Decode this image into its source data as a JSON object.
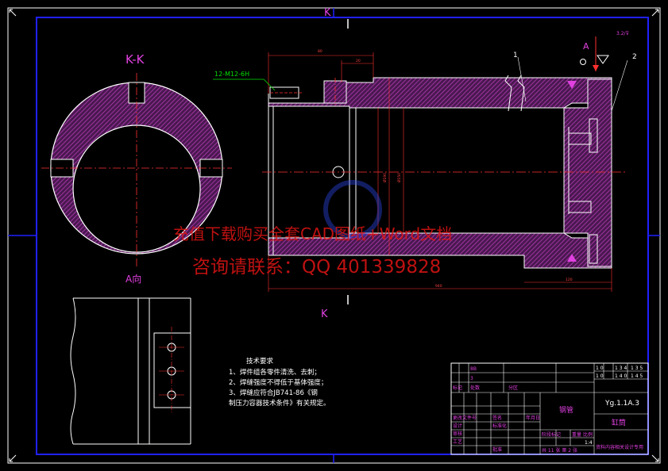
{
  "section_markers": {
    "top": "K",
    "bottom": "K",
    "view_a": "A",
    "view_title": "K-K",
    "view_a_label": "A向",
    "surface_mark": "3.2/⊽",
    "thread_callout": "12-M12-6H",
    "part_balloons": [
      "1",
      "2"
    ]
  },
  "watermark": {
    "line1": "充值下载购买全套CAD图纸+Word文档",
    "line2": "咨询请联系：QQ 401339828"
  },
  "tech_requirements": {
    "title": "技术要求",
    "items": [
      "1、焊件组各零件清洗、去刺；",
      "2、焊缝强度不得低于基体强度；",
      "3、焊缝应符合JB741-86《钢",
      "   制压力容器技术条件》有关规定。"
    ]
  },
  "dimensions": [
    "80",
    "20",
    "940",
    "Ø190",
    "Ø150",
    "120"
  ],
  "title_block": {
    "drawing_no": "Yg.1.1A.3",
    "part_name": "缸筒",
    "material": "钢管",
    "scale": "1:4",
    "sheet": "共 11 张 第 2 张",
    "company": "资料内容相关设计专用",
    "rev_rows": [
      [
        "8B",
        "1 0",
        "1 3 4",
        "1 3 5"
      ],
      [
        "3",
        "1 0",
        "1 4 0",
        "1 4 5"
      ]
    ],
    "cells": [
      "标记",
      "处数",
      "分区",
      "更改文件号",
      "签名",
      "年月日",
      "设计",
      "标准化",
      "审核",
      "工艺",
      "批准",
      "阶段标记",
      "重量",
      "比例"
    ]
  },
  "colors": {
    "border": "#2020ff",
    "outline": "#ffffff",
    "hatch": "#c040c0",
    "center": "#ff3030",
    "dimension": "#ff3030",
    "green": "#00e000",
    "watermark": "#e01515"
  }
}
